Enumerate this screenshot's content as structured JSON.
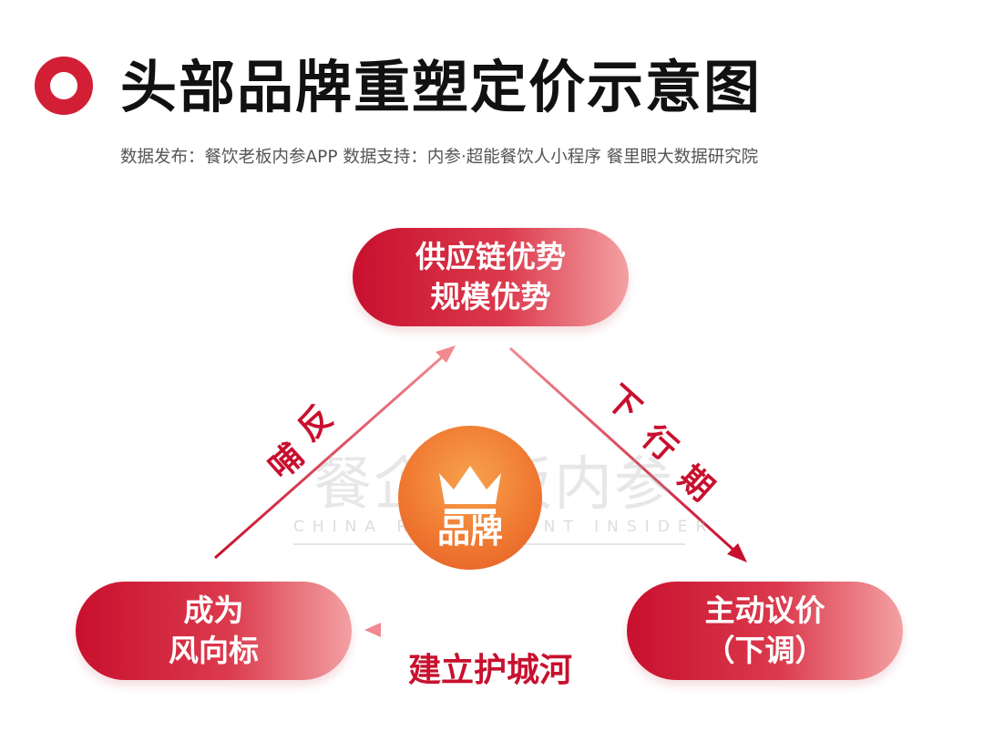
{
  "header": {
    "title": "头部品牌重塑定价示意图",
    "source": "数据发布：餐饮老板内参APP  数据支持：内参·超能餐饮人小程序   餐里眼大数据研究院"
  },
  "nodes": {
    "top": {
      "line1": "供应链优势",
      "line2": "规模优势"
    },
    "left": {
      "line1": "成为",
      "line2": "风向标"
    },
    "right": {
      "line1": "主动议价",
      "line2": "（下调）"
    },
    "center": {
      "label": "品牌"
    }
  },
  "edges": {
    "left_to_top": {
      "char1": "反",
      "char2": "哺"
    },
    "top_to_right": {
      "char1": "下",
      "char2": "行",
      "char3": "期"
    },
    "right_to_left": {
      "label": "建立护城河"
    }
  },
  "watermark": {
    "text": "餐企老板内参",
    "sub": "CHINA RESTAURANT INSIDER"
  },
  "colors": {
    "accent": "#d21f35",
    "arrow": "#c8102e",
    "center": "#f07a32"
  }
}
